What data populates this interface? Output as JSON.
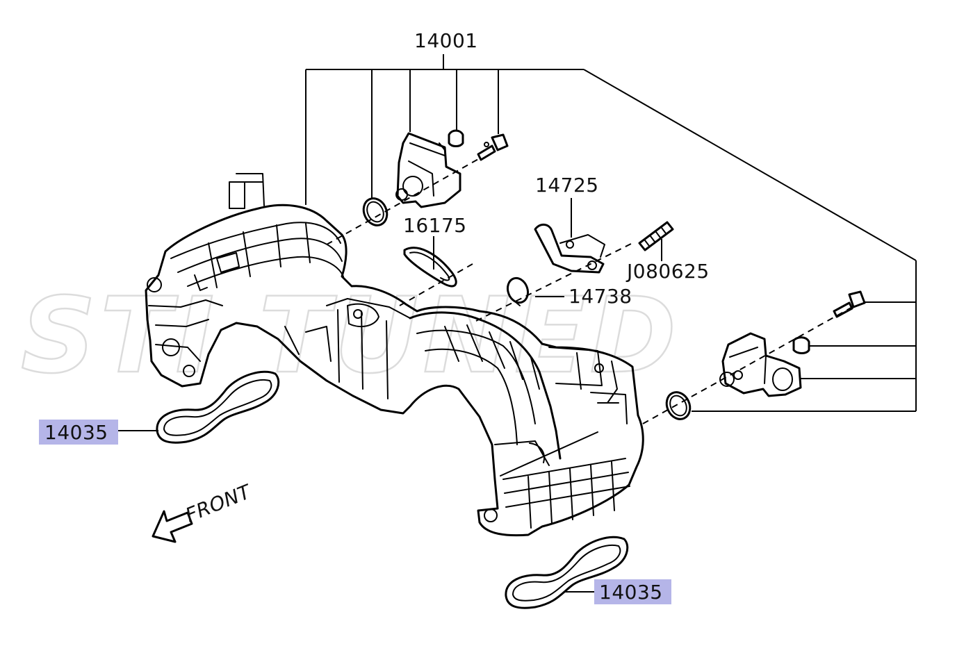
{
  "diagram": {
    "watermark": "STI TUNED",
    "callouts": {
      "c14001": "14001",
      "c14725": "14725",
      "c16175": "16175",
      "cJ080625": "J080625",
      "c14738": "14738",
      "c14035_left": "14035",
      "c14035_bottom": "14035"
    },
    "front_label": "FRONT",
    "highlight_color": "#b5b5e8"
  }
}
